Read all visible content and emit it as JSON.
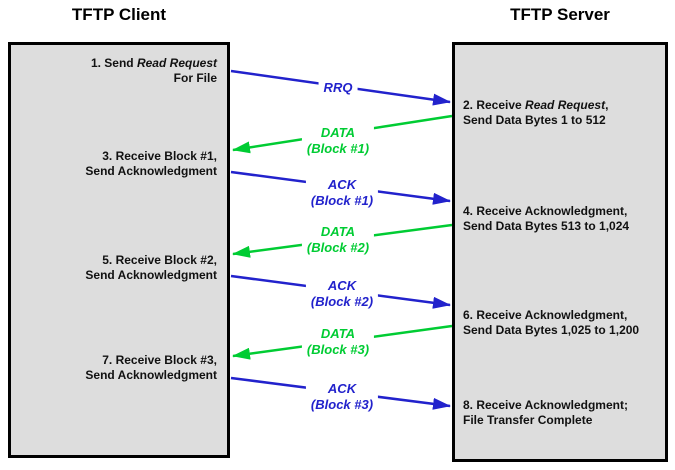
{
  "colors": {
    "blue": "#2222cc",
    "green": "#00cc33",
    "box_fill": "#dddddd",
    "box_border": "#000000"
  },
  "client": {
    "title": "TFTP Client",
    "steps": [
      {
        "prefix": "1. Send ",
        "italic": "Read Request",
        "suffix": "",
        "line2": "For File"
      },
      {
        "line1": "3. Receive Block #1,",
        "line2": "Send Acknowledgment"
      },
      {
        "line1": "5. Receive Block #2,",
        "line2": "Send Acknowledgment"
      },
      {
        "line1": "7. Receive Block #3,",
        "line2": "Send Acknowledgment"
      }
    ]
  },
  "server": {
    "title": "TFTP Server",
    "steps": [
      {
        "prefix": "2. Receive ",
        "italic": "Read Request",
        "suffix": ",",
        "line2": "Send Data Bytes 1 to 512"
      },
      {
        "line1": "4. Receive Acknowledgment,",
        "line2": "Send Data Bytes 513 to 1,024"
      },
      {
        "line1": "6. Receive Acknowledgment,",
        "line2": "Send Data Bytes 1,025 to 1,200"
      },
      {
        "line1": "8. Receive Acknowledgment;",
        "line2": "File Transfer Complete"
      }
    ]
  },
  "arrows": [
    {
      "label": "RRQ",
      "sublabel": "",
      "color": "blue",
      "direction": "client-to-server"
    },
    {
      "label": "DATA",
      "sublabel": "(Block #1)",
      "color": "green",
      "direction": "server-to-client"
    },
    {
      "label": "ACK",
      "sublabel": "(Block #1)",
      "color": "blue",
      "direction": "client-to-server"
    },
    {
      "label": "DATA",
      "sublabel": "(Block #2)",
      "color": "green",
      "direction": "server-to-client"
    },
    {
      "label": "ACK",
      "sublabel": "(Block #2)",
      "color": "blue",
      "direction": "client-to-server"
    },
    {
      "label": "DATA",
      "sublabel": "(Block #3)",
      "color": "green",
      "direction": "server-to-client"
    },
    {
      "label": "ACK",
      "sublabel": "(Block #3)",
      "color": "blue",
      "direction": "client-to-server"
    }
  ]
}
